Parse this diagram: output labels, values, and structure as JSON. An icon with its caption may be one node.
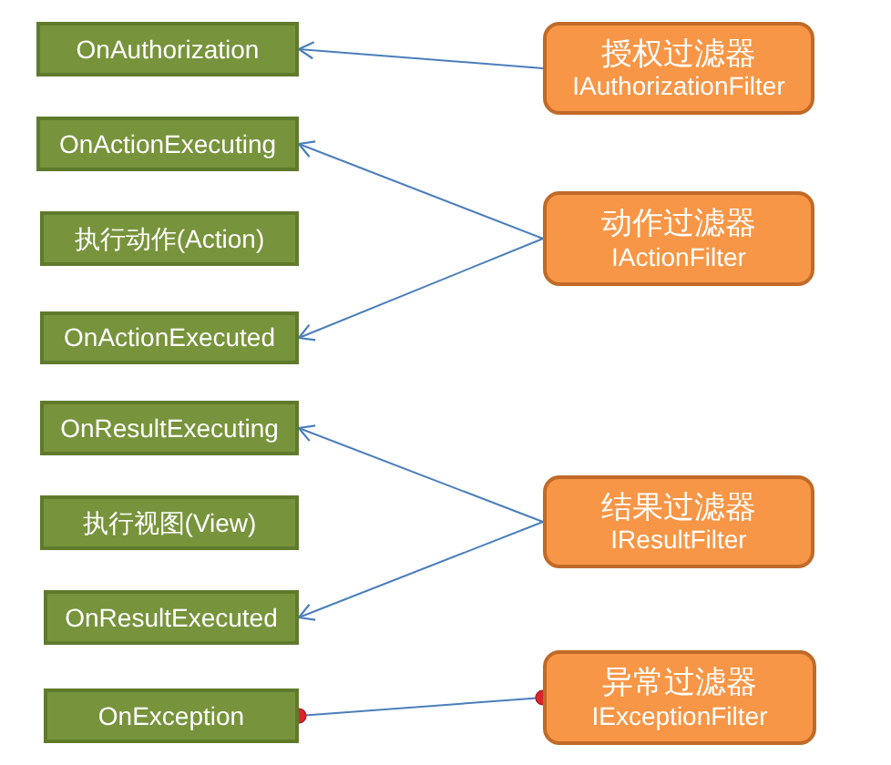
{
  "diagram": {
    "nodes": [
      {
        "text": [
          "OnAuthorization"
        ]
      },
      {
        "text": [
          "OnActionExecuting"
        ]
      },
      {
        "text": [
          "执行动作(Action)"
        ]
      },
      {
        "text": [
          "OnActionExecuted"
        ]
      },
      {
        "text": [
          "OnResultExecuting"
        ]
      },
      {
        "text": [
          "执行视图(View)"
        ]
      },
      {
        "text": [
          "OnResultExecuted"
        ]
      },
      {
        "text": [
          "OnException"
        ]
      },
      {
        "text": [
          "授权过滤器",
          "IAuthorizationFilter"
        ]
      },
      {
        "text": [
          "动作过滤器",
          "IActionFilter"
        ]
      },
      {
        "text": [
          "结果过滤器",
          "IResultFilter"
        ]
      },
      {
        "text": [
          "异常过滤器",
          "IExceptionFilter"
        ]
      }
    ],
    "edges": [
      {
        "from": 8,
        "to": 0,
        "arrow": "to"
      },
      {
        "from": 9,
        "to": 1,
        "arrow": "to"
      },
      {
        "from": 9,
        "to": 3,
        "arrow": "to"
      },
      {
        "from": 10,
        "to": 4,
        "arrow": "to"
      },
      {
        "from": 10,
        "to": 6,
        "arrow": "to"
      },
      {
        "from": 11,
        "to": 7,
        "arrow": "other"
      }
    ]
  }
}
